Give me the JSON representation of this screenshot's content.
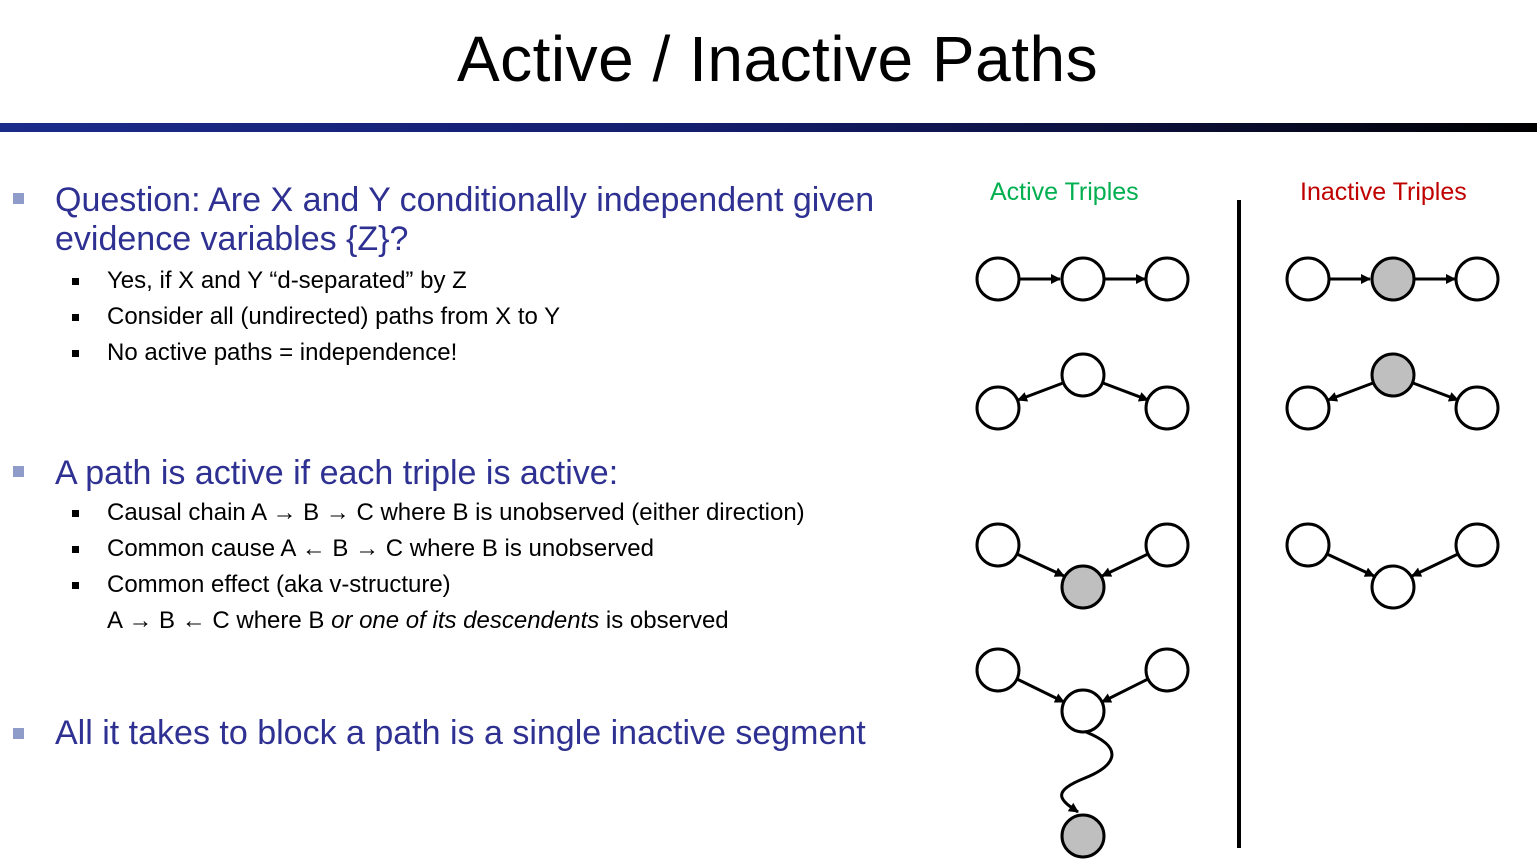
{
  "title": "Active / Inactive Paths",
  "colors": {
    "bullet_text": "#2e3192",
    "active_label": "#00b050",
    "inactive_label": "#c00000",
    "observed_fill": "#bfbfbf",
    "rule_start": "#1b2b8a",
    "rule_end": "#000000"
  },
  "bullets": [
    {
      "text_line1": "Question: Are X and Y conditionally independent given",
      "text_line2": "evidence variables {Z}?",
      "sub": [
        "Yes, if X and Y “d-separated” by Z",
        "Consider all (undirected) paths from X to Y",
        "No active paths = independence!"
      ]
    },
    {
      "text": "A path is active if each triple is active:",
      "sub": [
        "Causal chain A → B → C where B is unobserved (either direction)",
        "Common cause A ← B → C where B is unobserved",
        "Common effect (aka v-structure)"
      ],
      "sub3_cont_pre": "A → B ← C where B ",
      "sub3_cont_italic": "or one of its descendents",
      "sub3_cont_post": " is observed"
    },
    {
      "text": "All it takes to block a path is a single inactive segment"
    }
  ],
  "active_label": "Active Triples",
  "inactive_label": "Inactive Triples"
}
